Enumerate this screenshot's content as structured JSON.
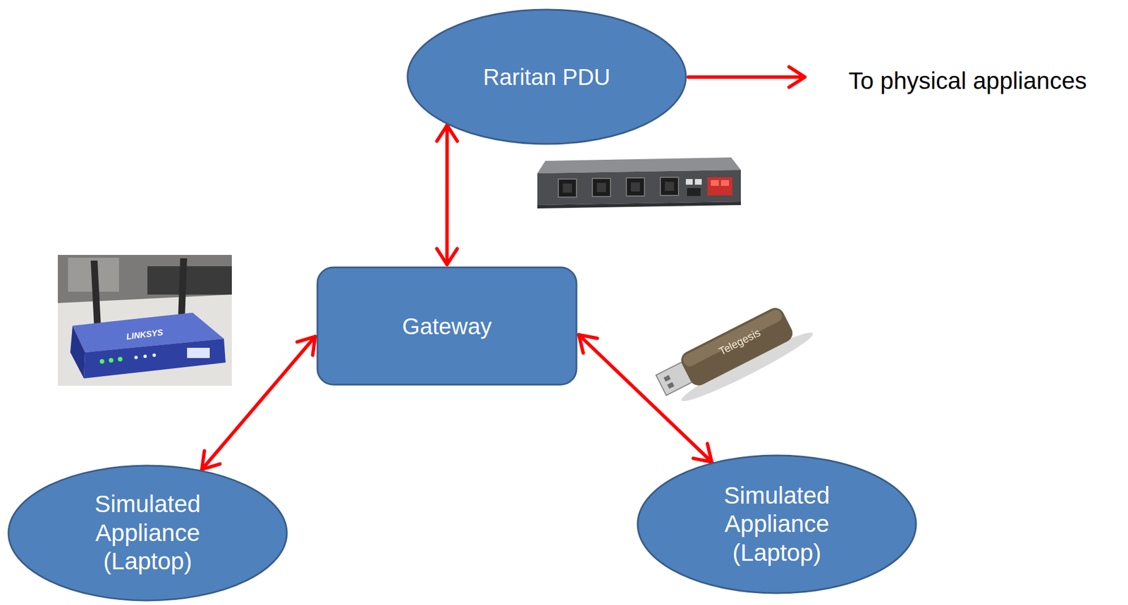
{
  "diagram": {
    "nodes": [
      {
        "text": [
          "Raritan PDU"
        ]
      },
      {
        "text": [
          "Gateway"
        ]
      },
      {
        "text": [
          "Simulated Appliance (Laptop)"
        ]
      },
      {
        "text": [
          "Simulated Appliance (Laptop)"
        ]
      }
    ],
    "edges": [
      {
        "from": 0,
        "to": 1,
        "arrow": "both"
      },
      {
        "from": 1,
        "to": 2,
        "arrow": "both"
      },
      {
        "from": 1,
        "to": 3,
        "arrow": "both"
      }
    ],
    "labels": [
      "To physical appliances",
      "LINKSYS",
      "Telegesis"
    ]
  }
}
